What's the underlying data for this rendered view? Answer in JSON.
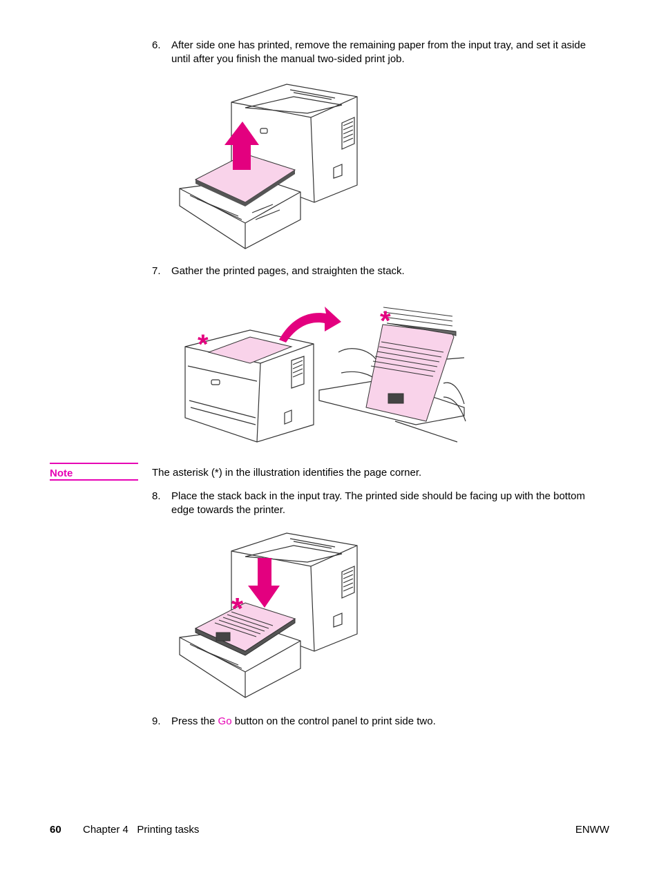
{
  "steps": {
    "s6": {
      "num": "6.",
      "text": "After side one has printed, remove the remaining paper from the input tray, and set it aside until after you finish the manual two-sided print job."
    },
    "s7": {
      "num": "7.",
      "text": "Gather the printed pages, and straighten the stack."
    },
    "s8": {
      "num": "8.",
      "text": "Place the stack back in the input tray. The printed side should be facing up with the bottom edge towards the printer."
    },
    "s9": {
      "num": "9.",
      "before": "Press the ",
      "go": "Go",
      "after": " button on the control panel to print side two."
    }
  },
  "note": {
    "label": "Note",
    "text": "The asterisk (*) in the illustration identifies the page corner."
  },
  "footer": {
    "page": "60",
    "chapter": "Chapter 4   Printing tasks",
    "right": "ENWW"
  },
  "colors": {
    "accent": "#e600b4",
    "paper": "#f9d3ea",
    "arrow": "#e3007f"
  }
}
